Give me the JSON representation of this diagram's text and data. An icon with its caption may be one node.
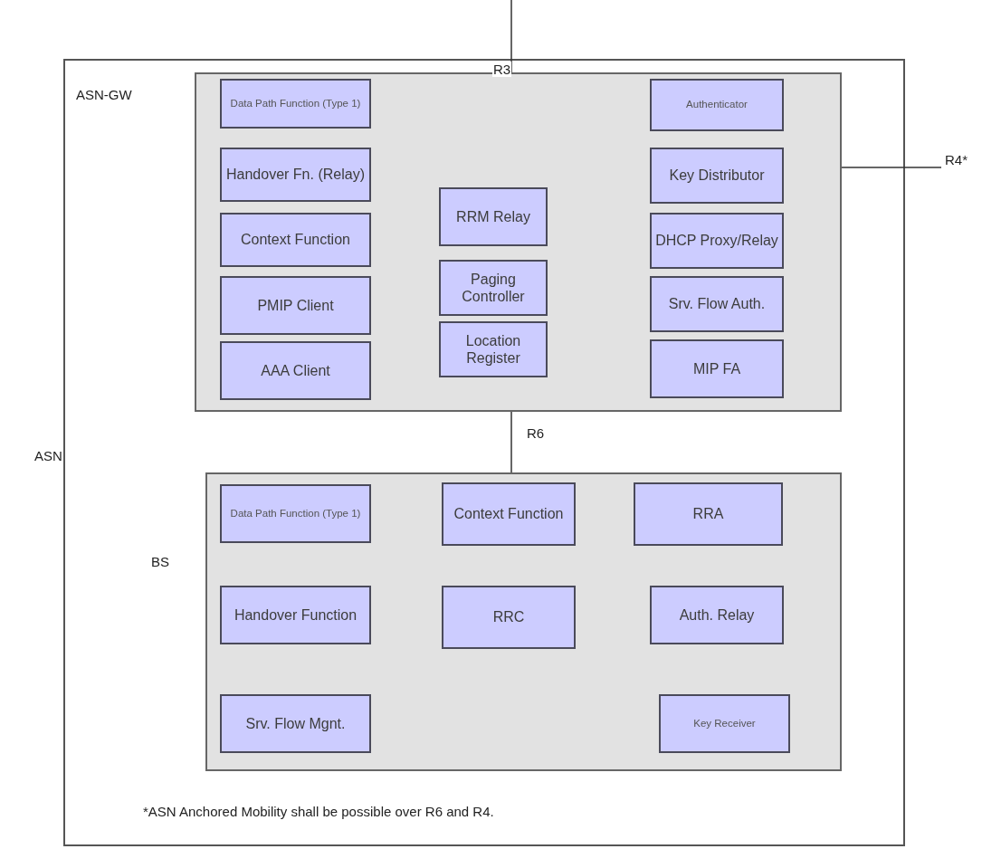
{
  "diagram": {
    "nodes": [
      {
        "text": [
          "ASN"
        ]
      },
      {
        "text": [
          "ASN-GW"
        ],
        "in": 0
      },
      {
        "text": [
          "Data Path Function (Type 1)"
        ],
        "in": 1
      },
      {
        "text": [
          "Handover Fn. (Relay)"
        ],
        "in": 1
      },
      {
        "text": [
          "Context Function"
        ],
        "in": 1
      },
      {
        "text": [
          "PMIP Client"
        ],
        "in": 1
      },
      {
        "text": [
          "AAA Client"
        ],
        "in": 1
      },
      {
        "text": [
          "RRM Relay"
        ],
        "in": 1
      },
      {
        "text": [
          "Paging Controller"
        ],
        "in": 1
      },
      {
        "text": [
          "Location Register"
        ],
        "in": 1
      },
      {
        "text": [
          "Authenticator"
        ],
        "in": 1
      },
      {
        "text": [
          "Key Distributor"
        ],
        "in": 1
      },
      {
        "text": [
          "DHCP Proxy/Relay"
        ],
        "in": 1
      },
      {
        "text": [
          "Srv. Flow Auth."
        ],
        "in": 1
      },
      {
        "text": [
          "MIP FA"
        ],
        "in": 1
      },
      {
        "text": [
          "BS"
        ],
        "in": 0
      },
      {
        "text": [
          "Data Path Function (Type 1)"
        ],
        "in": 15
      },
      {
        "text": [
          "Context Function"
        ],
        "in": 15
      },
      {
        "text": [
          "RRA"
        ],
        "in": 15
      },
      {
        "text": [
          "Handover Function"
        ],
        "in": 15
      },
      {
        "text": [
          "RRC"
        ],
        "in": 15
      },
      {
        "text": [
          "Auth. Relay"
        ],
        "in": 15
      },
      {
        "text": [
          "Srv. Flow Mgnt."
        ],
        "in": 15
      },
      {
        "text": [
          "Key Receiver"
        ],
        "in": 15
      }
    ],
    "edges": [
      {
        "from": null,
        "to": 1,
        "arrow": "none",
        "label": "R3"
      },
      {
        "from": 1,
        "to": null,
        "arrow": "none",
        "label": "R4*"
      },
      {
        "from": 1,
        "to": 15,
        "arrow": "none",
        "label": "R6"
      }
    ],
    "labels": [
      "*ASN Anchored Mobility shall be possible over R6 and R4."
    ]
  }
}
